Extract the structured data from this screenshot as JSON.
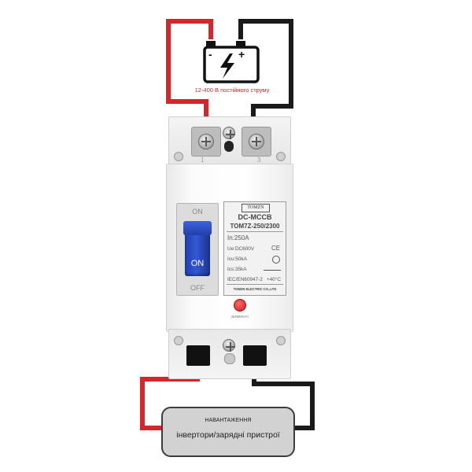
{
  "battery": {
    "minus": "-",
    "plus": "+",
    "caption": "12-400 В постійного струму",
    "icon": "lightning-bolt-icon"
  },
  "breaker": {
    "terminal_left_number": "1",
    "terminal_right_number": "3",
    "handle_on_label": "ON",
    "handle_off_label": "OFF",
    "handle_text": "ON",
    "plate": {
      "brand": "TOMZN",
      "title": "DC-MCCB",
      "model": "TOM7Z-250/2300",
      "in": "In:250A",
      "ue": "Ue:DC600V",
      "icu": "Icu:50kA",
      "ics": "Ics:35kA",
      "standard": "IEC/EN60947-2",
      "temp": "+40°C",
      "ce": "CE",
      "footer": "TOMZN ELECTRIC CO.,LTD"
    },
    "button_caption": "ВИМИКАЧ"
  },
  "load": {
    "title": "НАВАНТАЖЕННЯ",
    "subtitle": "інвертори/зарядні пристрої"
  },
  "colors": {
    "positive_wire": "#d6262c",
    "negative_wire": "#1a1a1a",
    "handle": "#2e50c8"
  }
}
